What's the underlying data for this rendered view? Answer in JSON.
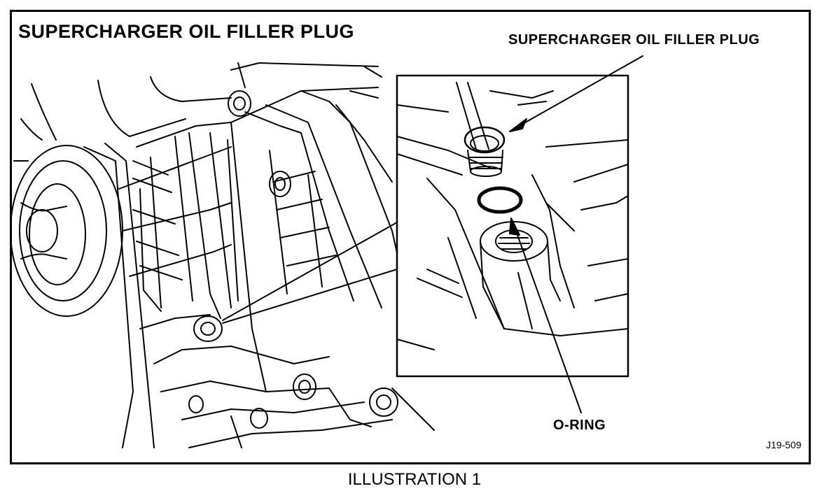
{
  "diagram": {
    "title": "SUPERCHARGER OIL FILLER PLUG",
    "callouts": {
      "filler_plug": "SUPERCHARGER OIL FILLER PLUG",
      "o_ring": "O-RING"
    },
    "figure_code": "J19-509",
    "caption": "ILLUSTRATION 1"
  }
}
